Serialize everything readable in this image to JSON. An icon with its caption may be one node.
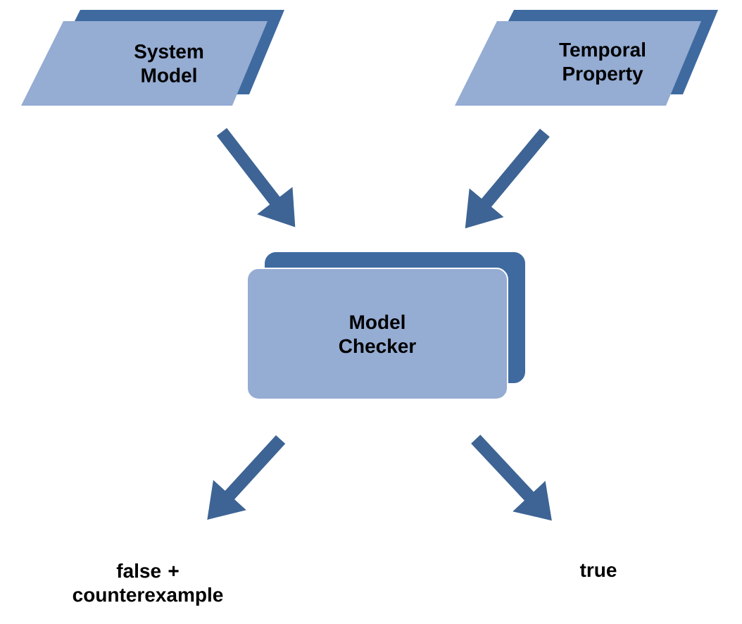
{
  "diagram": {
    "nodes": [
      {
        "text": [
          "System Model"
        ]
      },
      {
        "text": [
          "Temporal Property"
        ]
      },
      {
        "text": [
          "Model Checker"
        ]
      },
      {
        "text": [
          "false + counterexample"
        ]
      },
      {
        "text": [
          "true"
        ]
      }
    ],
    "edges": [
      {
        "from": 0,
        "to": 2,
        "arrow": "to"
      },
      {
        "from": 1,
        "to": 2,
        "arrow": "to"
      },
      {
        "from": 2,
        "to": 3,
        "arrow": "to"
      },
      {
        "from": 2,
        "to": 4,
        "arrow": "to"
      }
    ]
  }
}
